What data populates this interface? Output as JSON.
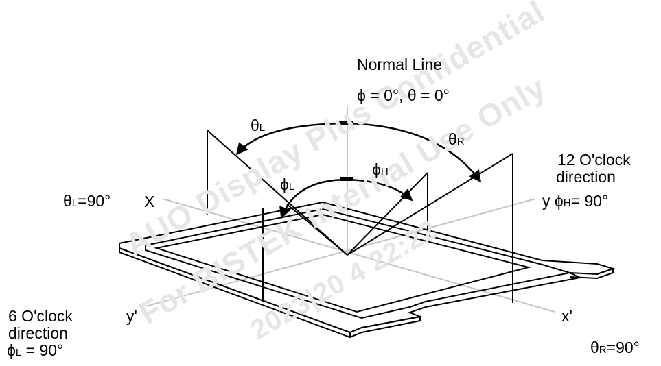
{
  "labels": {
    "normal_line": "Normal Line",
    "normal_angles": "ϕ = 0°,  θ = 0°",
    "theta_l_sym": "θ",
    "theta_l_sub": "L",
    "theta_r_sym": "θ",
    "theta_r_sub": "R",
    "phi_h_sym": "ϕ",
    "phi_h_sub": "H",
    "phi_l_sym": "ϕ",
    "phi_l_sub": "L",
    "left_angle_sym": "θ",
    "left_angle_sub": "L",
    "left_angle_val": "=90°",
    "x_axis": "X",
    "x_prime_axis": "x'",
    "y_axis": "y",
    "y_prime_axis": "y'",
    "right_angle_sym": "ϕ",
    "right_angle_sub": "H",
    "right_angle_val": "= 90°",
    "twelve_line1": "12  O'clock",
    "twelve_line2": "direction",
    "six_line1": "6 O'clock",
    "six_line2": "direction",
    "six_angle_sym": "ϕ",
    "six_angle_sub": "L",
    "six_angle_val": "= 90°",
    "bottom_right_sym": "θ",
    "bottom_right_sub": "R",
    "bottom_right_val": "=90°"
  },
  "watermark": {
    "line1": "AUO Display Plus Confidential",
    "line2": "For BISTEK Internal Use Only",
    "line3": "2023|20 4 22:22"
  },
  "colors": {
    "line": "#000000",
    "axis": "#c4c4c4",
    "watermark": "#e6e6e6"
  }
}
